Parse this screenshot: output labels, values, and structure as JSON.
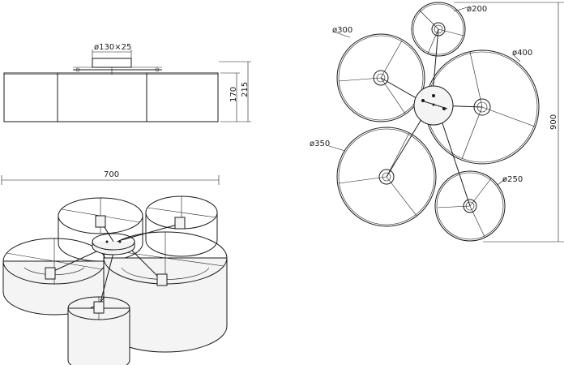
{
  "dimensions": {
    "canopy": "ø130×25",
    "height_shade": "170",
    "height_total": "215",
    "width_total": "700",
    "depth_total": "900"
  },
  "shades": [
    {
      "diameter_label": "ø200"
    },
    {
      "diameter_label": "ø300"
    },
    {
      "diameter_label": "ø400"
    },
    {
      "diameter_label": "ø350"
    },
    {
      "diameter_label": "ø250"
    }
  ],
  "colors": {
    "line": "#1a1a1a",
    "background": "#ffffff"
  }
}
